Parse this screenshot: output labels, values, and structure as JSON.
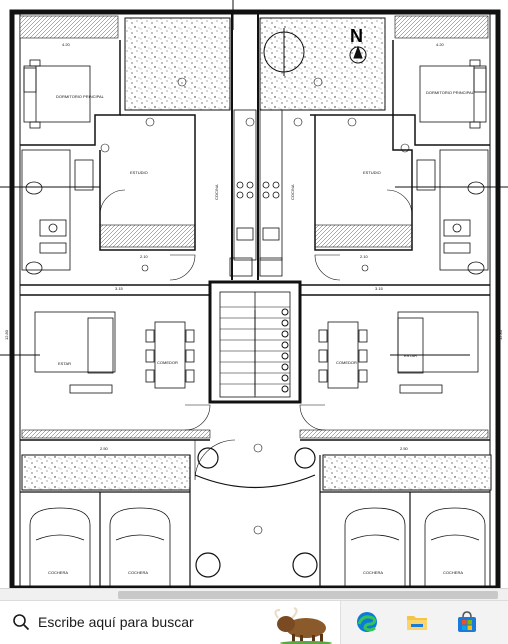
{
  "plan": {
    "rooms": {
      "dormitorio_left": "DORMITORIO PRINCIPAL",
      "dormitorio_right": "DORMITORIO PRINCIPAL",
      "estudio_left": "ESTUDIO",
      "estudio_right": "ESTUDIO",
      "cocina_left": "COCINA",
      "cocina_right": "COCINA",
      "estar_left": "ESTAR",
      "estar_right": "ESTAR",
      "comedor_left": "COMEDOR",
      "comedor_right": "COMEDOR",
      "cochera_1": "COCHERA",
      "cochera_2": "COCHERA",
      "cochera_3": "COCHERA",
      "cochera_4": "COCHERA"
    },
    "north_label": "N",
    "dims": {
      "d1": "4.20",
      "d2": "4.20",
      "d3": "2.10",
      "d4": "2.10",
      "d5": "3.15",
      "d6": "3.15",
      "d7": "2.50",
      "d8": "2.50",
      "d9": "12.80",
      "d10": "12.80"
    }
  },
  "taskbar": {
    "search_placeholder": "Escribe aquí para buscar",
    "apps": [
      "edge-icon",
      "file-explorer-icon",
      "store-icon"
    ],
    "widget": "bull-weather-widget"
  },
  "colors": {
    "taskbar_bg": "#f3f3f3",
    "edge_blue": "#0c7bd6",
    "edge_green": "#35c15b",
    "folder_yellow": "#f6c445",
    "store_blue": "#1c7ad8"
  }
}
